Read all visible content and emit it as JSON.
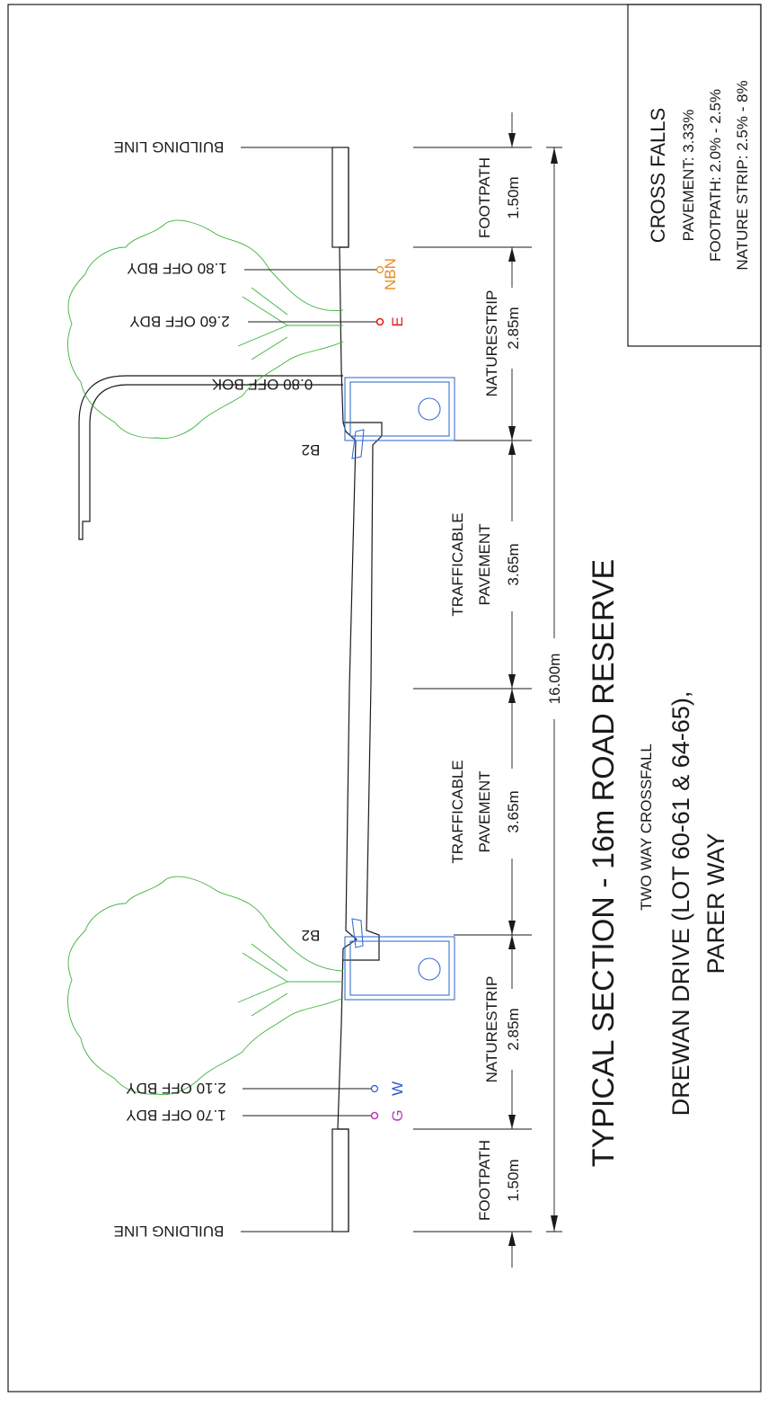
{
  "sheet": {
    "title": "TYPICAL SECTION - 16m ROAD RESERVE",
    "subtitle": "TWO WAY CROSSFALL",
    "street_line1": "DREWAN DRIVE (LOT 60-61 & 64-65),",
    "street_line2": "PARER WAY"
  },
  "crossfalls": {
    "title": "CROSS FALLS",
    "pavement": "PAVEMENT: 3.33%",
    "footpath": "FOOTPATH: 2.0% - 2.5%",
    "nature_strip": "NATURE STRIP: 2.5% - 8%"
  },
  "zones": [
    {
      "name": "FOOTPATH",
      "dim": "1.50m"
    },
    {
      "name": "NATURESTRIP",
      "dim": "2.85m"
    },
    {
      "name": "TRAFFICABLE",
      "name2": "PAVEMENT",
      "dim": "3.65m"
    },
    {
      "name": "TRAFFICABLE",
      "name2": "PAVEMENT",
      "dim": "3.65m"
    },
    {
      "name": "NATURESTRIP",
      "dim": "2.85m"
    },
    {
      "name": "FOOTPATH",
      "dim": "1.50m"
    }
  ],
  "overall_width": "16.00m",
  "building_line": "BUILDING LINE",
  "kerb_label": "B2",
  "services": {
    "nbn": {
      "code": "NBN",
      "offset": "1.80 OFF BDY",
      "color": "#e88a1e"
    },
    "elec": {
      "code": "E",
      "offset": "2.60 OFF BDY",
      "color": "#e02020"
    },
    "light": {
      "offset": "0.80 OFF BOK"
    },
    "water": {
      "code": "W",
      "offset": "2.10 OFF BDY",
      "color": "#2d55c8"
    },
    "gas": {
      "code": "G",
      "offset": "1.70 OFF BDY",
      "color": "#c03cb4"
    }
  }
}
